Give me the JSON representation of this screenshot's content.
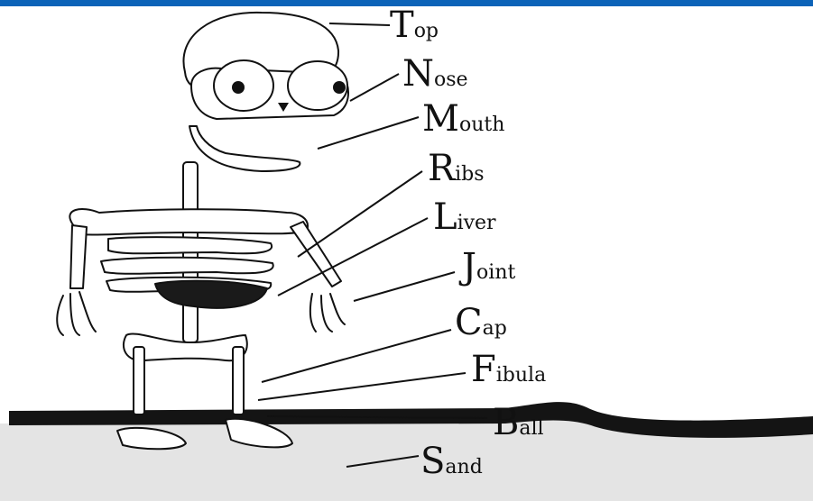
{
  "colors": {
    "top_bar": "#0c63b8",
    "ink": "#111111",
    "sand": "#e4e4e4",
    "ground": "#141414"
  },
  "labels": [
    {
      "id": "top",
      "initial": "T",
      "rest": "op"
    },
    {
      "id": "nose",
      "initial": "N",
      "rest": "ose"
    },
    {
      "id": "mouth",
      "initial": "M",
      "rest": "outh"
    },
    {
      "id": "ribs",
      "initial": "R",
      "rest": "ibs"
    },
    {
      "id": "liver",
      "initial": "L",
      "rest": "iver"
    },
    {
      "id": "joint",
      "initial": "J",
      "rest": "oint"
    },
    {
      "id": "cap",
      "initial": "C",
      "rest": "ap"
    },
    {
      "id": "fibula",
      "initial": "F",
      "rest": "ibula"
    },
    {
      "id": "ball",
      "initial": "B",
      "rest": "all"
    },
    {
      "id": "sand",
      "initial": "S",
      "rest": "and"
    }
  ]
}
